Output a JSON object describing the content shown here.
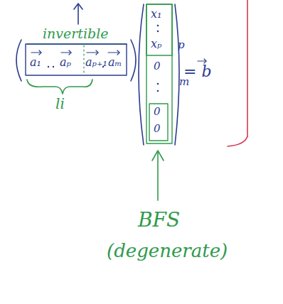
{
  "diagram": {
    "labels": [
      "invertible",
      "a₁",
      "aₚ",
      "aₚ₊₁",
      "aₘ",
      "li",
      "x₁",
      "xₚ",
      "0",
      "0",
      "0",
      "p",
      "m",
      "= b",
      "BFS",
      "(degenerate)"
    ]
  }
}
